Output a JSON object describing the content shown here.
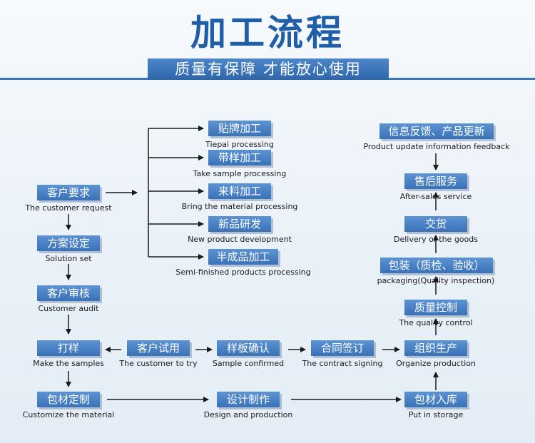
{
  "title": "加工流程",
  "subtitle": "质量有保障 才能放心使用",
  "steps": {
    "customer_request": {
      "zh": "客户要求",
      "en": "The customer request"
    },
    "solution_set": {
      "zh": "方案设定",
      "en": "Solution set"
    },
    "customer_audit": {
      "zh": "客户审核",
      "en": "Customer audit"
    },
    "make_samples": {
      "zh": "打样",
      "en": "Make the samples"
    },
    "customize_material": {
      "zh": "包材定制",
      "en": "Customize the material"
    },
    "tiepai": {
      "zh": "贴牌加工",
      "en": "Tiepai processing"
    },
    "take_sample": {
      "zh": "带样加工",
      "en": "Take sample processing"
    },
    "bring_material": {
      "zh": "来料加工",
      "en": "Bring the material processing"
    },
    "new_product": {
      "zh": "新品研发",
      "en": "New product development"
    },
    "semi_finished": {
      "zh": "半成品加工",
      "en": "Semi-finished products processing"
    },
    "customer_try": {
      "zh": "客户试用",
      "en": "The customer to try"
    },
    "sample_confirmed": {
      "zh": "样板确认",
      "en": "Sample confirmed"
    },
    "contract_signing": {
      "zh": "合同签订",
      "en": "The contract signing"
    },
    "design_production": {
      "zh": "设计制作",
      "en": "Design and production"
    },
    "organize_production": {
      "zh": "组织生产",
      "en": "Organize production"
    },
    "put_in_storage": {
      "zh": "包材入库",
      "en": "Put in storage"
    },
    "quality_control": {
      "zh": "质量控制",
      "en": "The quality control"
    },
    "packaging": {
      "zh": "包装（质检、验收）",
      "en": "packaging(Quality inspection)"
    },
    "delivery": {
      "zh": "交货",
      "en": "Delivery of the goods"
    },
    "after_sales": {
      "zh": "售后服务",
      "en": "After-sales service"
    },
    "feedback": {
      "zh": "信息反馈、产品更新",
      "en": "Product update information feedback"
    }
  }
}
